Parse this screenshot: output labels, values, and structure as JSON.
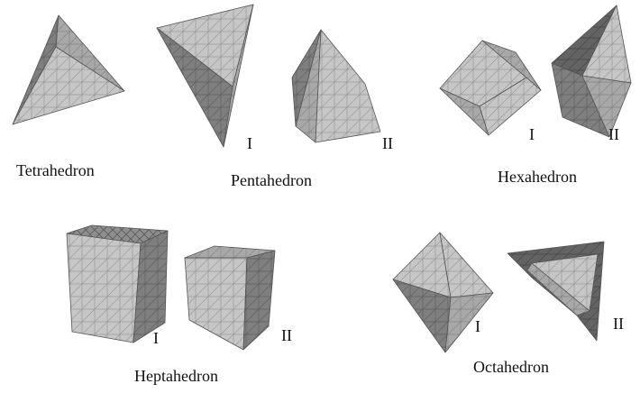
{
  "figures": [
    {
      "name": "Tetrahedron",
      "variants": []
    },
    {
      "name": "Pentahedron",
      "variants": [
        "I",
        "II"
      ]
    },
    {
      "name": "Hexahedron",
      "variants": [
        "I",
        "II"
      ]
    },
    {
      "name": "Heptahedron",
      "variants": [
        "I",
        "II"
      ]
    },
    {
      "name": "Octahedron",
      "variants": [
        "I",
        "II"
      ]
    }
  ],
  "colors": {
    "face_light": "#c6c6c6",
    "face_mid": "#a4a4a4",
    "face_dark": "#7e7e7e",
    "face_darkest": "#5e5e5e",
    "mesh_line": "#8a8a8a"
  }
}
